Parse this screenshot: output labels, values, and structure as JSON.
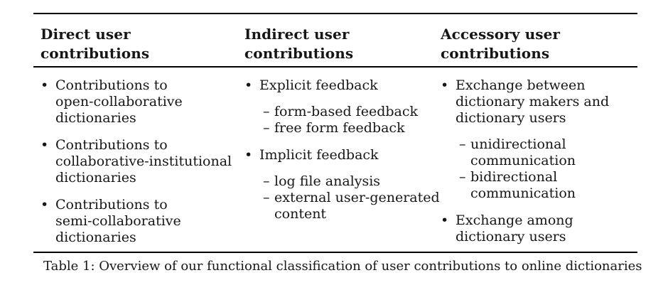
{
  "markers": {
    "bullet": "•",
    "dash": "–"
  },
  "colors": {
    "text": "#161616",
    "rule": "#000000",
    "background": "#ffffff"
  },
  "table": {
    "columns": [
      {
        "header": "Direct user\ncontributions",
        "items": [
          {
            "text": "Contributions to\nopen-collaborative\ndictionaries"
          },
          {
            "text": "Contributions to\ncollaborative-institutional\ndictionaries"
          },
          {
            "text": "Contributions to\nsemi-collaborative\ndictionaries"
          }
        ]
      },
      {
        "header": "Indirect user\ncontributions",
        "items": [
          {
            "text": "Explicit feedback",
            "subitems": [
              "form-based feedback",
              "free form feedback"
            ]
          },
          {
            "text": "Implicit feedback",
            "subitems": [
              "log file analysis",
              "external user-generated\ncontent"
            ]
          }
        ]
      },
      {
        "header": "Accessory user\ncontributions",
        "items": [
          {
            "text": "Exchange between\ndictionary makers and\ndictionary users",
            "subitems": [
              "unidirectional\ncommunication",
              "bidirectional\ncommunication"
            ]
          },
          {
            "text": "Exchange among\ndictionary users"
          }
        ]
      }
    ],
    "caption": "Table 1: Overview of our functional classification of user contributions to online dictionaries"
  }
}
